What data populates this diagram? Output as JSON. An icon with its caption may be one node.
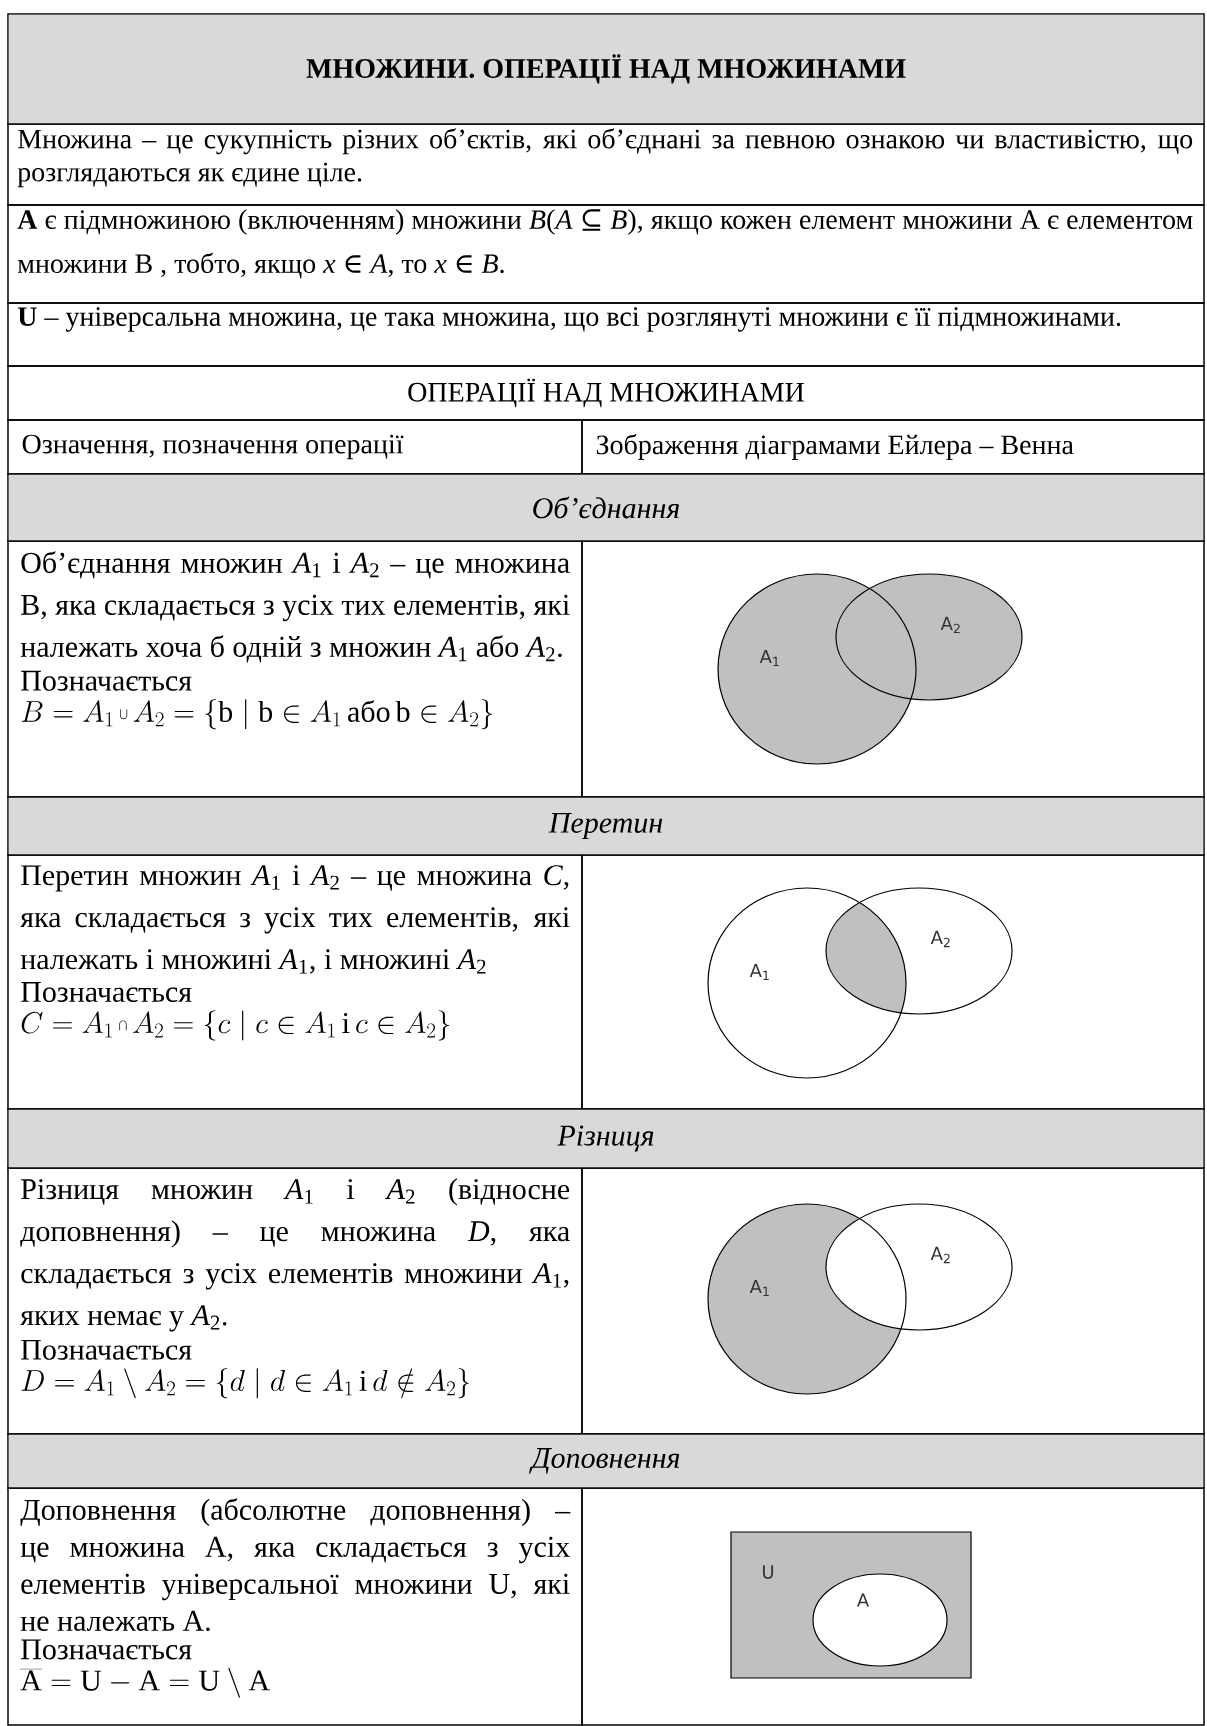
{
  "diagram": {
    "title": "МНОЖИНИ. ОПЕРАЦІЇ НАД МНОЖИНАМИ",
    "nodes": [
      {
        "text": [
          "A$_{1}$"
        ]
      },
      {
        "text": [
          "A$_{2}$"
        ]
      },
      {
        "text": [
          "A$_{1}$"
        ]
      },
      {
        "text": [
          "A$_{2}$"
        ]
      },
      {
        "text": [
          "A$_{1}$"
        ]
      },
      {
        "text": [
          "A$_{2}$"
        ]
      },
      {
        "text": [
          "U"
        ]
      },
      {
        "text": [
          "A"
        ],
        "in": 6
      }
    ],
    "labels": [
      "Множина – це сукупність  різних об’єктів, які об’єднані за певною ознакою чи властивістю, що розглядаються як єдине ціле.",
      "**A** є підмножиною (включенням) множини *B*(*A* ⊆ *B*), якщо кожен елемент множини A є елементом множини B , тобто, якщо *x* ∈ *A*, то *x* ∈ *B*.",
      "**U** – універсальна множина, це така множина, що всі розглянуті множини є її підмножинами.",
      "ОПЕРАЦІЇ НАД МНОЖИНАМИ",
      "Означення, позначення операції",
      "Зображення діаграмами Ейлера – Венна",
      "Об’єднання",
      "Об’єднання множин *A*$_{1}$ і *A*$_{2}$ – це множина B, яка складається з усіх тих елементів, які належать хоча б одній з множин *A*$_{1}$ або *A*$_{2}$.",
      "Позначається",
      "B=A_{1}\\bigcup A_{2}=\\left\\{\\mathrm{b}\\mid\\mathrm{b}\\in A_{1}\\,\\mbox{або}\\,\\mathrm{b}\\in A_{2}\\right\\}",
      "Перетин",
      "Перетин множин *A*$_{1}$ і *A*$_{2}$ – це множина *C*, яка складається з усіх тих елементів, які належать і множині *A*$_{1}$, і множині *A*$_{2}$",
      "Позначається",
      "C=A_{1}\\bigcap A_{2}=\\left\\{c\\mid c\\in A_{1}\\,\\mbox{і}\\,c\\in A_{2}\\right\\}",
      "Різниця",
      "Різниця множин *A*$_{1}$ і *A*$_{2}$ (відносне доповнення) – це множина *D*, яка складається з усіх елементів множини *A*$_{1}$, яких немає у *A*$_{2}$.",
      "Позначається",
      "D=A_{1}\\setminus A_{2}=\\left\\{d\\mid d\\in A_{1}\\,\\mbox{і}\\,d\\notin A_{2}\\right\\}",
      "Доповнення",
      "Доповнення (абсолютне доповнення) – це множина A, яка складається з усіх елементів універсальної множини U, які не належать A.",
      "Позначається",
      "\\overline{\\mathrm{A}}=\\mathrm{U}-\\mathrm{A}=\\mathrm{U}\\setminus\\mathrm{A}"
    ]
  }
}
